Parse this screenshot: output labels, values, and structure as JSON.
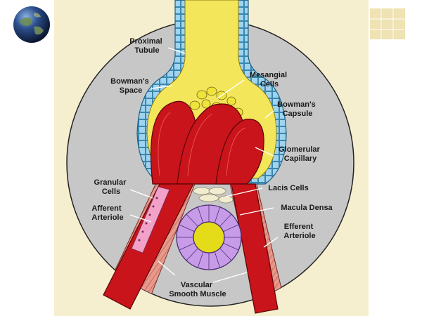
{
  "labels": {
    "proximal_tubule": [
      "Proximal",
      "Tubule"
    ],
    "bowmans_space": [
      "Bowman's",
      "Space"
    ],
    "mesangial_cells": [
      "Mesangial",
      "Cells"
    ],
    "bowmans_capsule": [
      "Bowman's",
      "Capsule"
    ],
    "glomerular_capillary": [
      "Glomerular",
      "Capillary"
    ],
    "granular_cells": [
      "Granular",
      "Cells"
    ],
    "lacis_cells": [
      "Lacis Cells"
    ],
    "afferent_arteriole": [
      "Afferent",
      "Arteriole"
    ],
    "macula_densa": [
      "Macula Densa"
    ],
    "efferent_arteriole": [
      "Efferent",
      "Arteriole"
    ],
    "vascular_smooth_muscle": [
      "Vascular",
      "Smooth Muscle"
    ]
  },
  "colors": {
    "panel": "#f6efcf",
    "circle_bg": "#c7c7c7",
    "tubule": "#f3e65a",
    "capsule_cells": "#9fd3ee",
    "arteriole": "#c8141a",
    "smooth_muscle": "#e79a8c",
    "granular": "#f2a2c9",
    "macula_densa": "#c79be8"
  }
}
